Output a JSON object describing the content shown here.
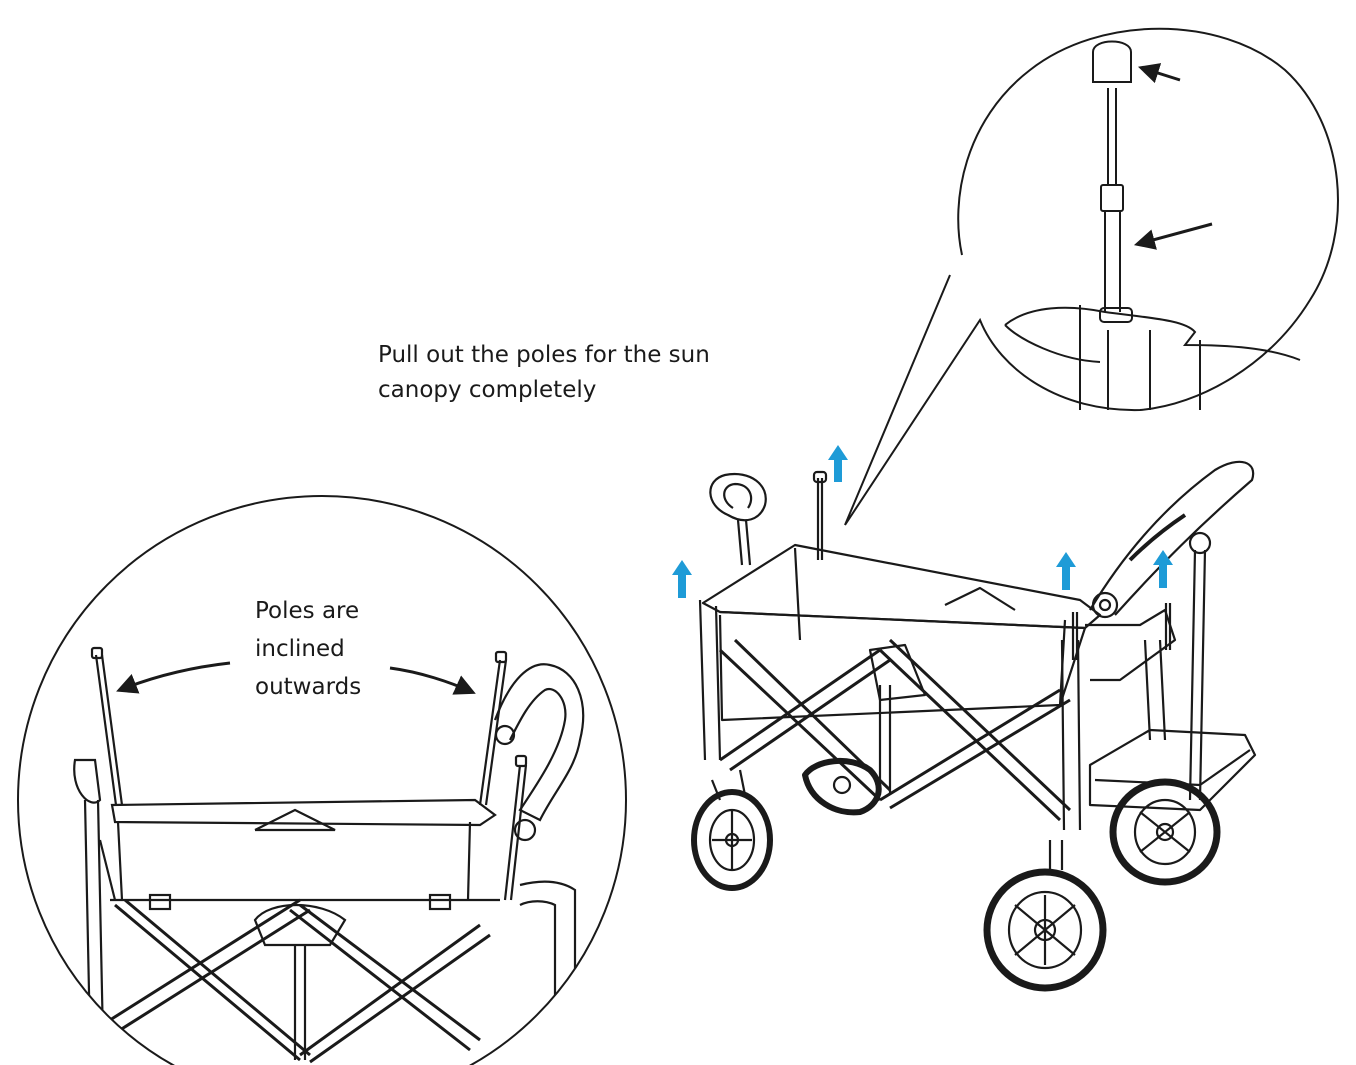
{
  "instructions": {
    "main_caption_lines": [
      "Pull out the poles for the sun",
      "canopy completely"
    ],
    "detail_caption_lines": [
      "Poles are",
      "inclined",
      "outwards"
    ]
  },
  "colors": {
    "line_art": "#1a1a1a",
    "pull_arrow": "#1e9bd7",
    "background": "#ffffff"
  },
  "icons": [
    "pull-up-arrow-icon",
    "pointer-arrow-icon",
    "curved-arrow-icon"
  ]
}
